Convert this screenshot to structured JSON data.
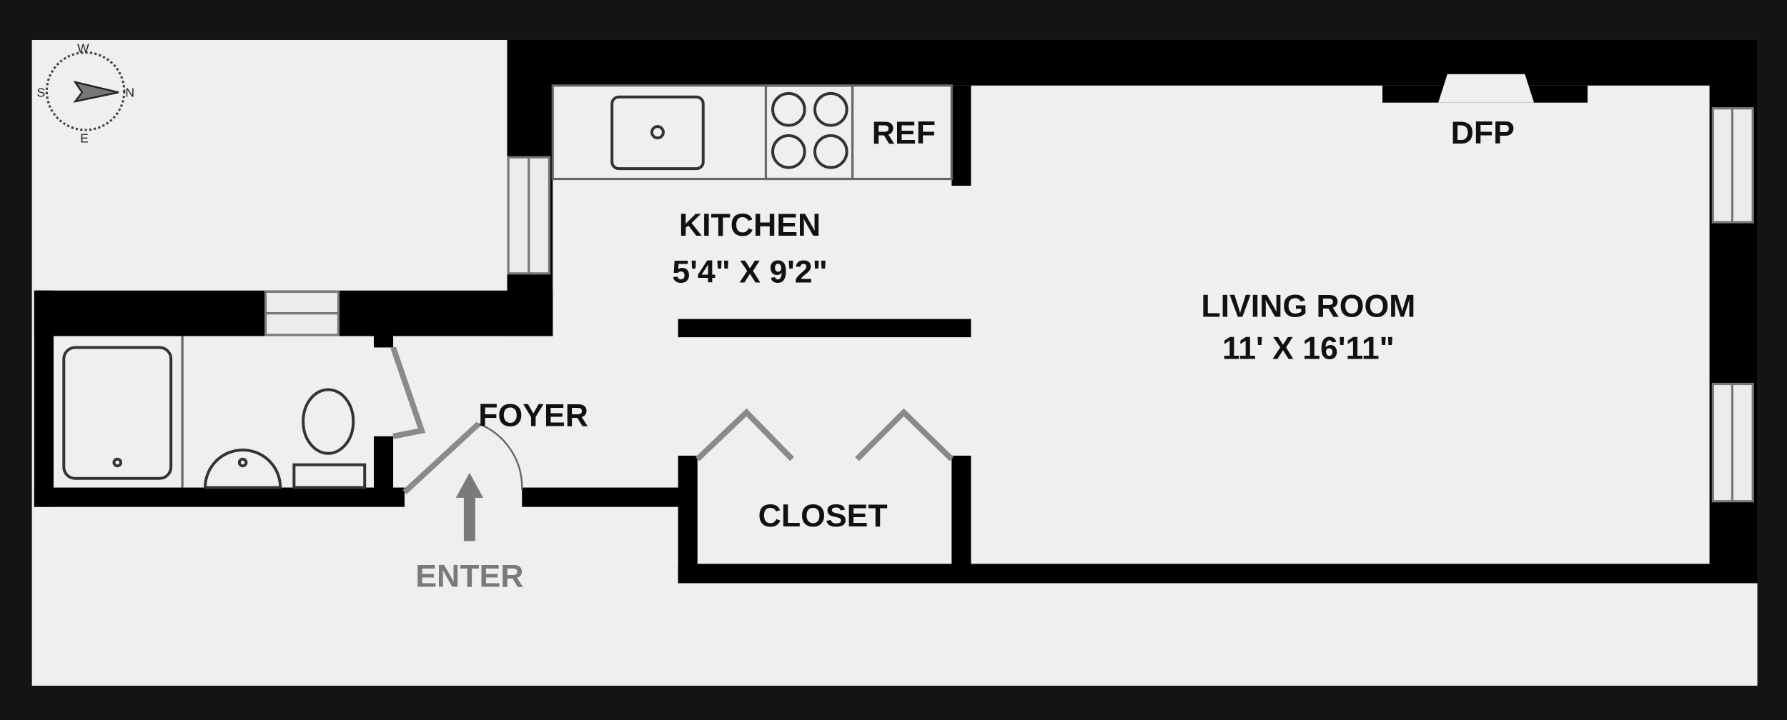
{
  "floorplan": {
    "rooms": {
      "kitchen": {
        "name": "KITCHEN",
        "dimensions": "5'4\" X 9'2\""
      },
      "living_room": {
        "name": "LIVING ROOM",
        "dimensions": "11' X 16'11\""
      },
      "foyer": {
        "name": "FOYER"
      },
      "closet": {
        "name": "CLOSET"
      }
    },
    "fixtures": {
      "refrigerator": "REF",
      "fireplace": "DFP"
    },
    "entry": {
      "label": "ENTER"
    },
    "compass": {
      "north": "N",
      "south": "S",
      "east": "E",
      "west": "W"
    },
    "colors": {
      "background": "#141414",
      "paper": "#efefef",
      "wall": "#000000",
      "entry": "#7a7a7a"
    }
  }
}
